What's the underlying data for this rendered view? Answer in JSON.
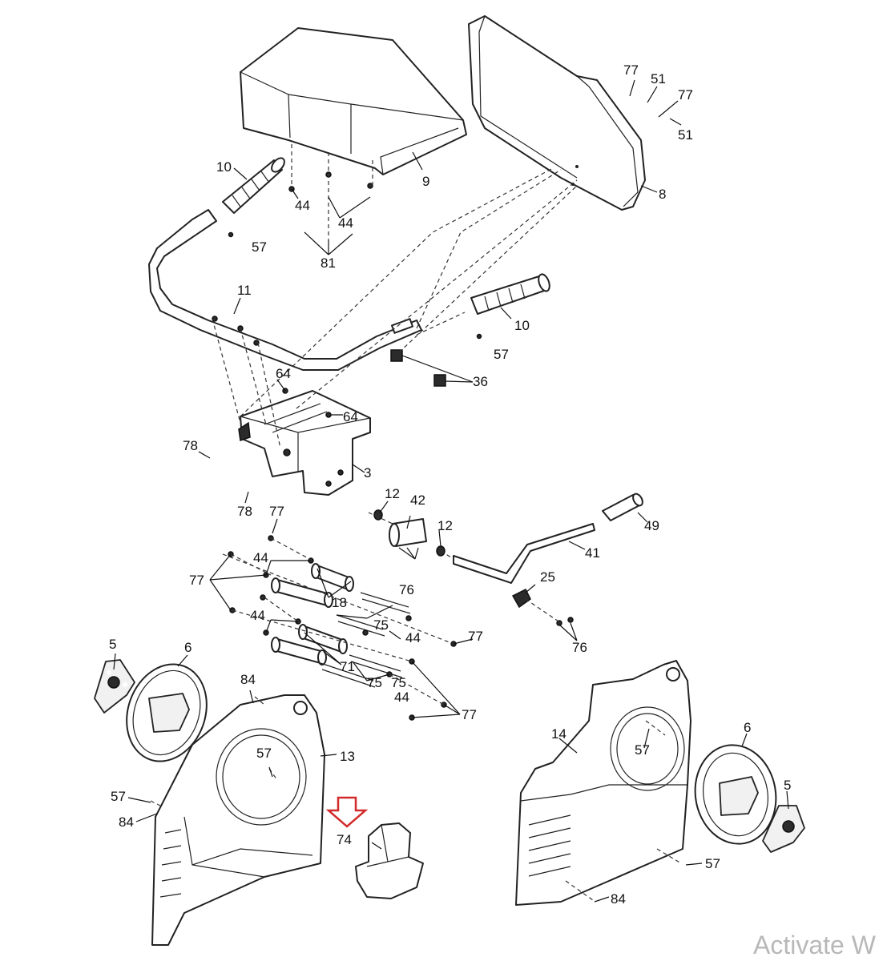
{
  "parts": {
    "p3": "3",
    "p5a": "5",
    "p5b": "5",
    "p6a": "6",
    "p6b": "6",
    "p8": "8",
    "p9": "9",
    "p10a": "10",
    "p10b": "10",
    "p11": "11",
    "p12a": "12",
    "p12b": "12",
    "p13": "13",
    "p14": "14",
    "p18": "18",
    "p25": "25",
    "p36": "36",
    "p41": "41",
    "p42": "42",
    "p44a": "44",
    "p44b": "44",
    "p44c": "44",
    "p44d": "44",
    "p44e": "44",
    "p44f": "44",
    "p49": "49",
    "p51a": "51",
    "p51b": "51",
    "p57a": "57",
    "p57b": "57",
    "p57c": "57",
    "p57d": "57",
    "p57e": "57",
    "p57f": "57",
    "p64a": "64",
    "p64b": "64",
    "p71": "71",
    "p74": "74",
    "p75a": "75",
    "p75b": "75",
    "p75c": "75",
    "p76a": "76",
    "p76b": "76",
    "p77a": "77",
    "p77b": "77",
    "p77c": "77",
    "p77d": "77",
    "p77e": "77",
    "p77f": "77",
    "p78a": "78",
    "p78b": "78",
    "p81": "81",
    "p84a": "84",
    "p84b": "84",
    "p84c": "84"
  },
  "highlight_color": "#d22a2a",
  "watermark": "Activate W"
}
